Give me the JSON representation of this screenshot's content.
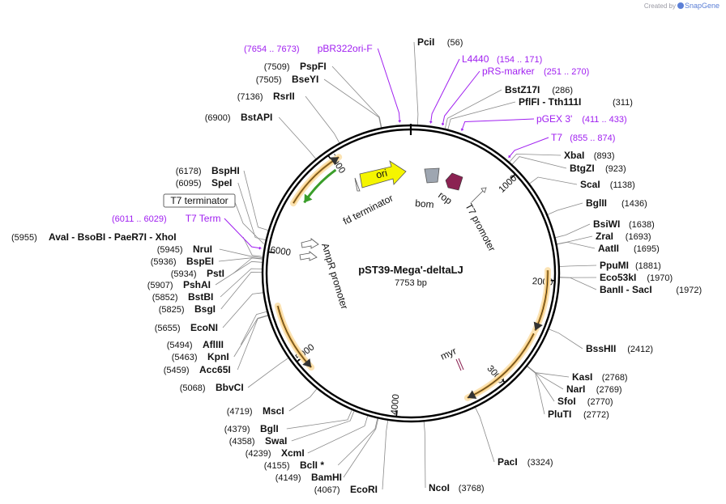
{
  "brand": {
    "prefix": "Created by",
    "name": "SnapGene"
  },
  "plasmid": {
    "name": "pST39-Mega'-deltaLJ",
    "length_label": "7753 bp",
    "length": 7753
  },
  "colors": {
    "site": "#000000",
    "primer": "#a020f0",
    "ori": "#f5f500",
    "rop": "#8b2252",
    "bom": "#9ea6b1",
    "orf": "#e0a43c",
    "backbone": "#000000",
    "promoter": "#ffffff"
  },
  "ruler": [
    "1000",
    "2000",
    "3000",
    "4000",
    "5000",
    "6000",
    "7000"
  ],
  "features": [
    {
      "label": "ori",
      "kind": "ori"
    },
    {
      "label": "rop",
      "kind": "rop"
    },
    {
      "label": "bom",
      "kind": "bom"
    },
    {
      "label": "T7 promoter",
      "kind": "promoter"
    },
    {
      "label": "fd terminator",
      "kind": "terminator"
    },
    {
      "label": "AmpR promoter",
      "kind": "promoter"
    },
    {
      "label": "myr",
      "kind": "tag"
    }
  ],
  "sites": [
    {
      "name": "PciI",
      "pos": "(56)"
    },
    {
      "name": "BstZ17I",
      "pos": "(286)"
    },
    {
      "name": "PflFI - Tth111I",
      "pos": "(311)"
    },
    {
      "name": "XbaI",
      "pos": "(893)"
    },
    {
      "name": "BtgZI",
      "pos": "(923)"
    },
    {
      "name": "ScaI",
      "pos": "(1138)"
    },
    {
      "name": "BglII",
      "pos": "(1436)"
    },
    {
      "name": "BsiWI",
      "pos": "(1638)"
    },
    {
      "name": "ZraI",
      "pos": "(1693)"
    },
    {
      "name": "AatII",
      "pos": "(1695)"
    },
    {
      "name": "PpuMI",
      "pos": "(1881)"
    },
    {
      "name": "Eco53kI",
      "pos": "(1970)"
    },
    {
      "name": "BanII - SacI",
      "pos": "(1972)"
    },
    {
      "name": "BssHII",
      "pos": "(2412)"
    },
    {
      "name": "KasI",
      "pos": "(2768)"
    },
    {
      "name": "NarI",
      "pos": "(2769)"
    },
    {
      "name": "SfoI",
      "pos": "(2770)"
    },
    {
      "name": "PluTI",
      "pos": "(2772)"
    },
    {
      "name": "PacI",
      "pos": "(3324)"
    },
    {
      "name": "NcoI",
      "pos": "(3768)"
    },
    {
      "name": "EcoRI",
      "pos": "(4067)"
    },
    {
      "name": "BamHI",
      "pos": "(4149)"
    },
    {
      "name": "BclI *",
      "pos": "(4155)"
    },
    {
      "name": "XcmI",
      "pos": "(4239)"
    },
    {
      "name": "SwaI",
      "pos": "(4358)"
    },
    {
      "name": "BglI",
      "pos": "(4379)"
    },
    {
      "name": "MscI",
      "pos": "(4719)"
    },
    {
      "name": "BbvCI",
      "pos": "(5068)"
    },
    {
      "name": "Acc65I",
      "pos": "(5459)"
    },
    {
      "name": "KpnI",
      "pos": "(5463)"
    },
    {
      "name": "AflIII",
      "pos": "(5494)"
    },
    {
      "name": "EcoNI",
      "pos": "(5655)"
    },
    {
      "name": "BsgI",
      "pos": "(5825)"
    },
    {
      "name": "BstBI",
      "pos": "(5852)"
    },
    {
      "name": "PshAI",
      "pos": "(5907)"
    },
    {
      "name": "PstI",
      "pos": "(5934)"
    },
    {
      "name": "BspEI",
      "pos": "(5936)"
    },
    {
      "name": "NruI",
      "pos": "(5945)"
    },
    {
      "name": "AvaI - BsoBI - PaeR7I - XhoI",
      "pos": "(5955)"
    },
    {
      "name": "SpeI",
      "pos": "(6095)"
    },
    {
      "name": "BspHI",
      "pos": "(6178)"
    },
    {
      "name": "BstAPI",
      "pos": "(6900)"
    },
    {
      "name": "RsrII",
      "pos": "(7136)"
    },
    {
      "name": "BseYI",
      "pos": "(7505)"
    },
    {
      "name": "PspFI",
      "pos": "(7509)"
    }
  ],
  "primers": [
    {
      "name": "pBR322ori-F",
      "range": "(7654 .. 7673)"
    },
    {
      "name": "L4440",
      "range": "(154 .. 171)"
    },
    {
      "name": "pRS-marker",
      "range": "(251 .. 270)"
    },
    {
      "name": "pGEX 3'",
      "range": "(411 .. 433)"
    },
    {
      "name": "T7",
      "range": "(855 .. 874)"
    },
    {
      "name": "T7 Term",
      "range": "(6011 .. 6029)"
    }
  ],
  "boxed_feature": {
    "label": "T7 terminator"
  }
}
